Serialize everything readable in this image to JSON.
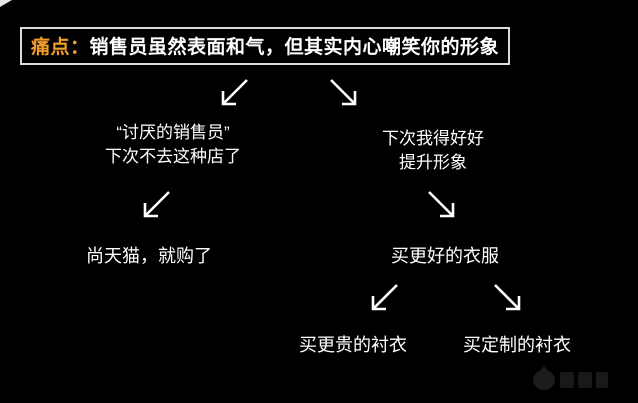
{
  "colors": {
    "background": "#000000",
    "accent": "#f59d2c",
    "text": "#ffffff",
    "title_border": "#dcdcdc",
    "arrow": "#ffffff"
  },
  "title": {
    "prefix": "痛点：",
    "text": "销售员虽然表面和气，但其实内心嘲笑你的形象"
  },
  "flow": {
    "left_branch": {
      "line1": "“讨厌的销售员”",
      "line2": "下次不去这种店了"
    },
    "right_branch": {
      "line1": "下次我得好好",
      "line2": "提升形象"
    },
    "left_result": "尚天猫，就购了",
    "right_result": "买更好的衣服",
    "bottom_left": "买更贵的衬衣",
    "bottom_right": "买定制的衬衣"
  },
  "icons": {
    "arrow_down_left": "↙",
    "arrow_down_right": "↘"
  }
}
